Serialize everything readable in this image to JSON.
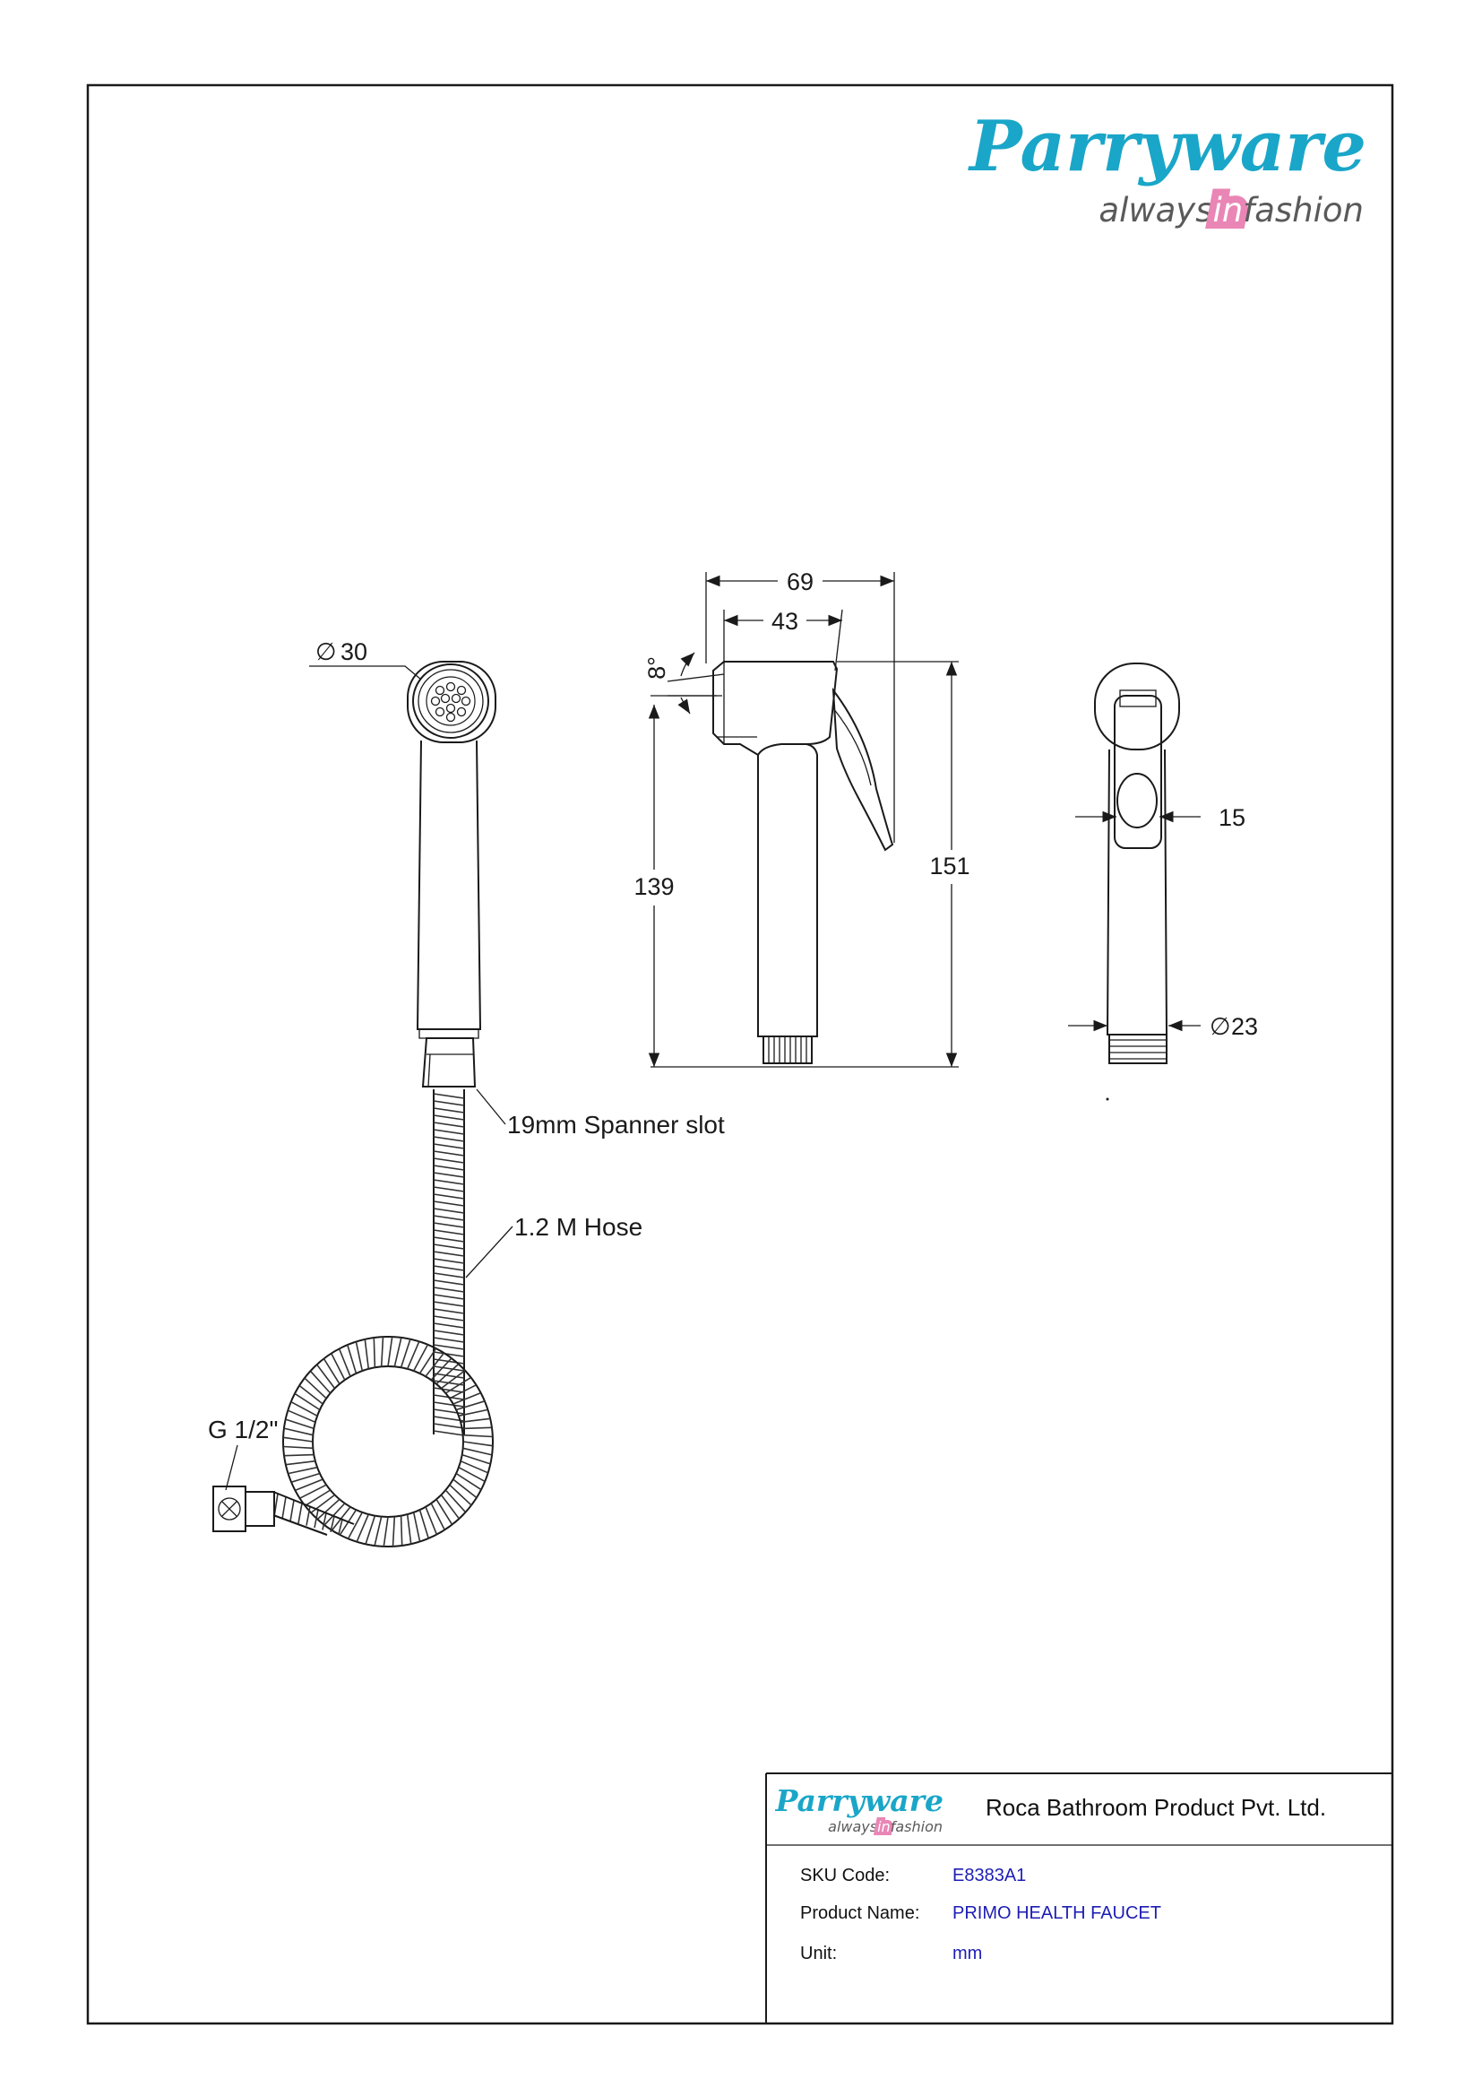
{
  "brand": {
    "name": "Parryware",
    "tagline_before": "always",
    "tagline_mid": "in",
    "tagline_after": "fashion",
    "color": "#1aa6c8",
    "accent": "#e986b5"
  },
  "dimensions": {
    "head_diameter": "30",
    "width_total": "69",
    "width_head": "43",
    "angle": "8°",
    "height_body": "139",
    "height_total": "151",
    "lever_width": "15",
    "base_diameter": "23"
  },
  "diameter_symbol": "∅",
  "notes": {
    "spanner_slot": "19mm Spanner slot",
    "hose": "1.2 M Hose",
    "thread": "G 1/2\""
  },
  "title_block": {
    "company": "Roca Bathroom Product Pvt. Ltd.",
    "sku_label": "SKU Code:",
    "sku_value": "E8383A1",
    "product_label": "Product Name:",
    "product_value": "PRIMO HEALTH FAUCET",
    "unit_label": "Unit:",
    "unit_value": "mm"
  }
}
